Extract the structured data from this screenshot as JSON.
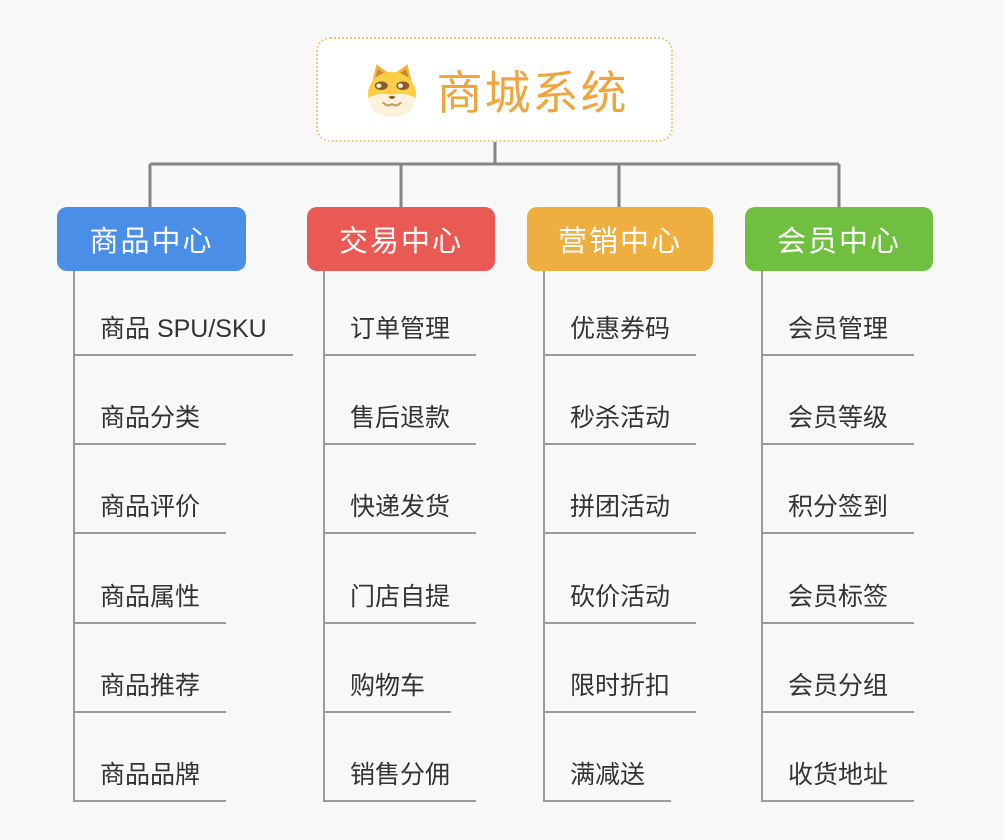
{
  "root": {
    "title": "商城系统",
    "icon": "doge-face-icon",
    "text_color": "#f0a43c",
    "border_color": "#f6c582",
    "background": "#ffffff"
  },
  "canvas": {
    "background": "#f8f8f8",
    "connector_color": "#858585",
    "branch_line_color": "#9a9a9a",
    "leaf_text_color": "#333333"
  },
  "branches": [
    {
      "label": "商品中心",
      "color": "#4b8ee8",
      "items": [
        "商品 SPU/SKU",
        "商品分类",
        "商品评价",
        "商品属性",
        "商品推荐",
        "商品品牌"
      ]
    },
    {
      "label": "交易中心",
      "color": "#ea5a55",
      "items": [
        "订单管理",
        "售后退款",
        "快递发货",
        "门店自提",
        "购物车",
        "销售分佣"
      ]
    },
    {
      "label": "营销中心",
      "color": "#efae40",
      "items": [
        "优惠券码",
        "秒杀活动",
        "拼团活动",
        "砍价活动",
        "限时折扣",
        "满减送"
      ]
    },
    {
      "label": "会员中心",
      "color": "#71bf41",
      "items": [
        "会员管理",
        "会员等级",
        "积分签到",
        "会员标签",
        "会员分组",
        "收货地址"
      ]
    }
  ]
}
